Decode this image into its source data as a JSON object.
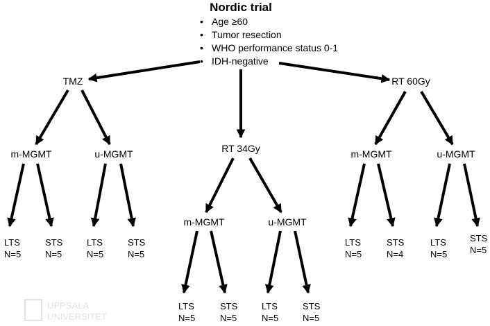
{
  "root": {
    "title": "Nordic trial",
    "criteria": [
      "Age ≥60",
      "Tumor resection",
      "WHO performance status 0-1",
      "IDH-negative"
    ]
  },
  "arms": [
    {
      "label": "TMZ",
      "groups": [
        {
          "label": "m-MGMT",
          "leaves": [
            {
              "label": "LTS",
              "n": "N=5"
            },
            {
              "label": "STS",
              "n": "N=5"
            }
          ]
        },
        {
          "label": "u-MGMT",
          "leaves": [
            {
              "label": "LTS",
              "n": "N=5"
            },
            {
              "label": "STS",
              "n": "N=5"
            }
          ]
        }
      ]
    },
    {
      "label": "RT 34Gy",
      "groups": [
        {
          "label": "m-MGMT",
          "leaves": [
            {
              "label": "LTS",
              "n": "N=5"
            },
            {
              "label": "STS",
              "n": "N=5"
            }
          ]
        },
        {
          "label": "u-MGMT",
          "leaves": [
            {
              "label": "LTS",
              "n": "N=5"
            },
            {
              "label": "STS",
              "n": "N=5"
            }
          ]
        }
      ]
    },
    {
      "label": "RT 60Gy",
      "groups": [
        {
          "label": "m-MGMT",
          "leaves": [
            {
              "label": "LTS",
              "n": "N=5"
            },
            {
              "label": "STS",
              "n": "N=4"
            }
          ]
        },
        {
          "label": "u-MGMT",
          "leaves": [
            {
              "label": "LTS",
              "n": "N=5"
            },
            {
              "label": "STS",
              "n": "N=5"
            }
          ]
        }
      ]
    }
  ],
  "watermark": [
    "UPPSALA",
    "UNIVERSITET"
  ],
  "colors": {
    "text": "#000000",
    "arrow": "#000000",
    "watermark": "#e3e3e3"
  }
}
